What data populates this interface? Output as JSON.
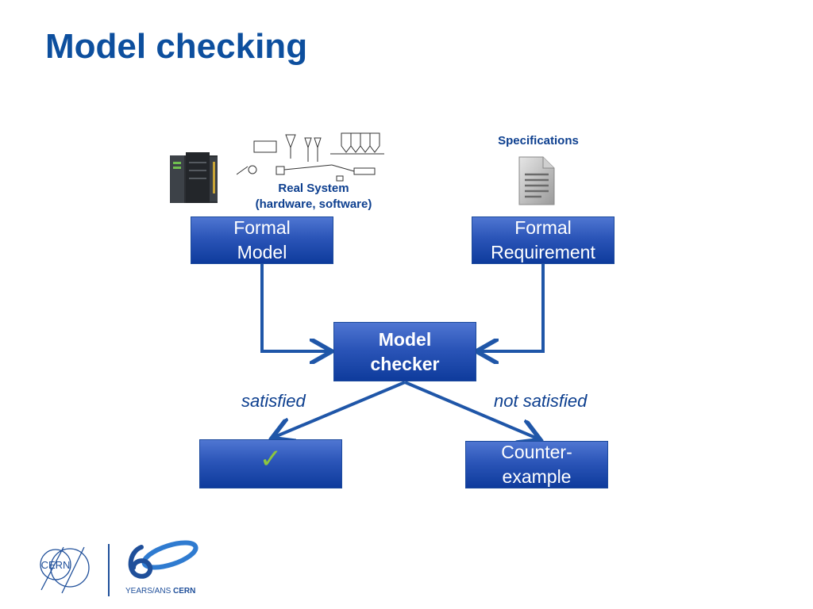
{
  "slide": {
    "title": "Model checking"
  },
  "diagram": {
    "real_system_label_line1": "Real System",
    "real_system_label_line2": "(hardware, software)",
    "specifications_label": "Specifications",
    "formal_model_line1": "Formal",
    "formal_model_line2": "Model",
    "formal_requirement_line1": "Formal",
    "formal_requirement_line2": "Requirement",
    "model_checker_line1": "Model",
    "model_checker_line2": "checker",
    "satisfied_label": "satisfied",
    "not_satisfied_label": "not satisfied",
    "check_symbol": "✓",
    "counterexample_line1": "Counter-",
    "counterexample_line2": "example"
  },
  "footer": {
    "cern_logo_text": "CERN",
    "anniversary_text_prefix": "YEARS/ANS ",
    "anniversary_text_brand": "CERN"
  },
  "colors": {
    "title": "#0d4f9e",
    "box_gradient_top": "#4f76d2",
    "box_gradient_bottom": "#0e3b9c",
    "arrow": "#1f56a8",
    "check": "#8cc63f"
  }
}
